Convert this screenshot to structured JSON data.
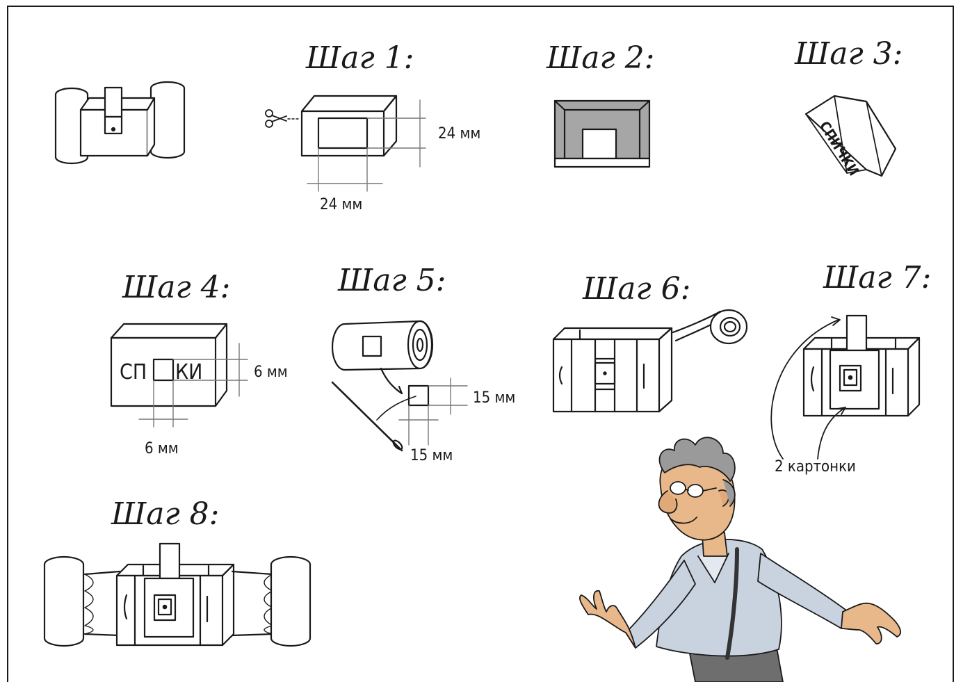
{
  "steps": [
    {
      "label": "Шаг 1:"
    },
    {
      "label": "Шаг 2:"
    },
    {
      "label": "Шаг 3:"
    },
    {
      "label": "Шаг 4:"
    },
    {
      "label": "Шаг 5:"
    },
    {
      "label": "Шаг 6:"
    },
    {
      "label": "Шаг 7:"
    },
    {
      "label": "Шаг 8:"
    }
  ],
  "dimensions": {
    "step1_height": "24 мм",
    "step1_width": "24 мм",
    "step4_height": "6 мм",
    "step4_width": "6 мм",
    "step5_height": "15 мм",
    "step5_width": "15 мм"
  },
  "box_text": {
    "step3": "СПИЧКИ",
    "step4_left": "СП",
    "step4_right": "КИ"
  },
  "annotations": {
    "step7_cards": "2 картонки"
  },
  "colors": {
    "line": "#1a1a1a",
    "dim_line": "#777777",
    "gray_fill": "#a6a6a6",
    "skin": "#e9b88a",
    "hair": "#9a9a9a",
    "shirt": "#c9d3e0",
    "trousers": "#6e6e6e"
  }
}
